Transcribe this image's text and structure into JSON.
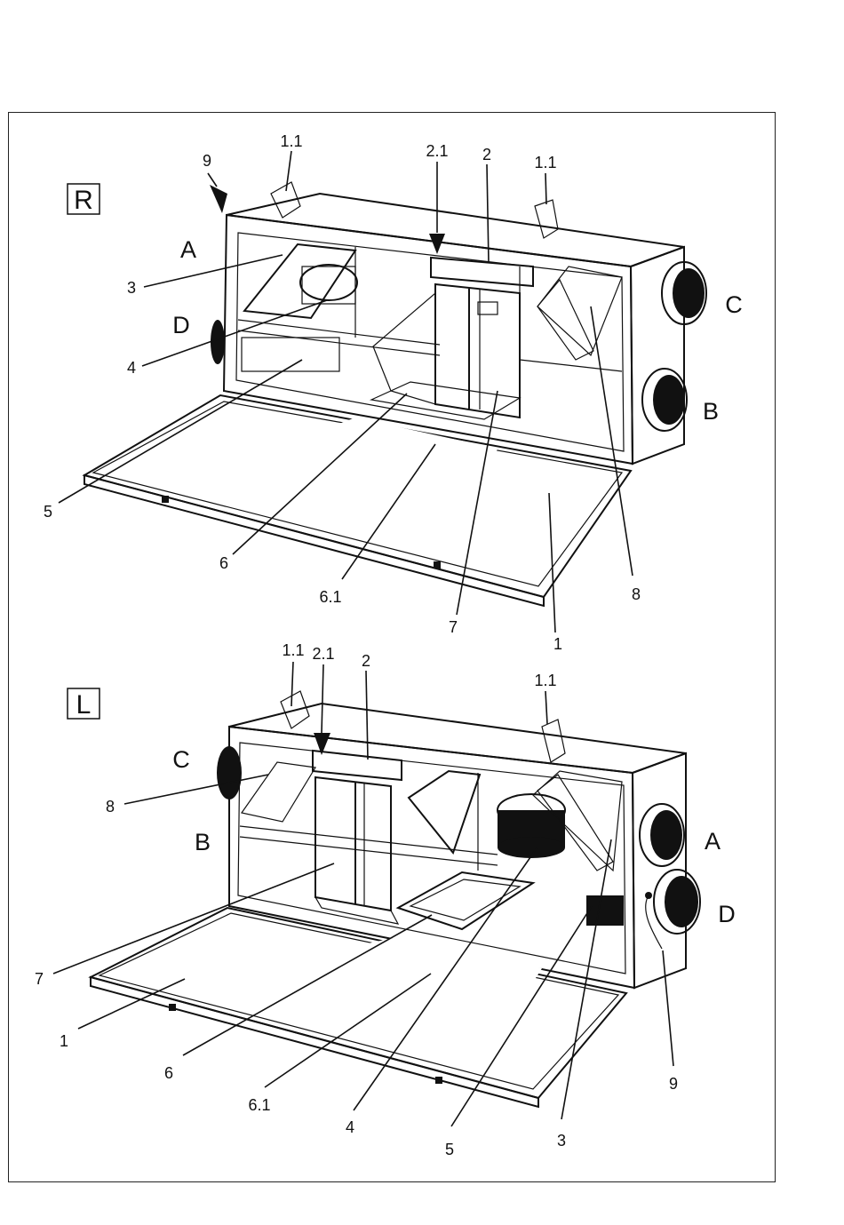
{
  "diagrams": [
    {
      "id": "R",
      "badge": "R",
      "ports": {
        "a": "A",
        "b": "B",
        "c": "C",
        "d": "D"
      },
      "callouts": [
        "9",
        "1.1",
        "2.1",
        "2",
        "1.1",
        "3",
        "4",
        "5",
        "6",
        "6.1",
        "7",
        "1",
        "8"
      ]
    },
    {
      "id": "L",
      "badge": "L",
      "ports": {
        "a": "A",
        "b": "B",
        "c": "C",
        "d": "D"
      },
      "callouts": [
        "1.1",
        "2.1",
        "2",
        "1.1",
        "8",
        "7",
        "1",
        "6",
        "6.1",
        "4",
        "5",
        "3",
        "9"
      ]
    }
  ],
  "colors": {
    "ink": "#111111",
    "paper": "#ffffff",
    "filter_speckle": "#9a9a9a"
  }
}
